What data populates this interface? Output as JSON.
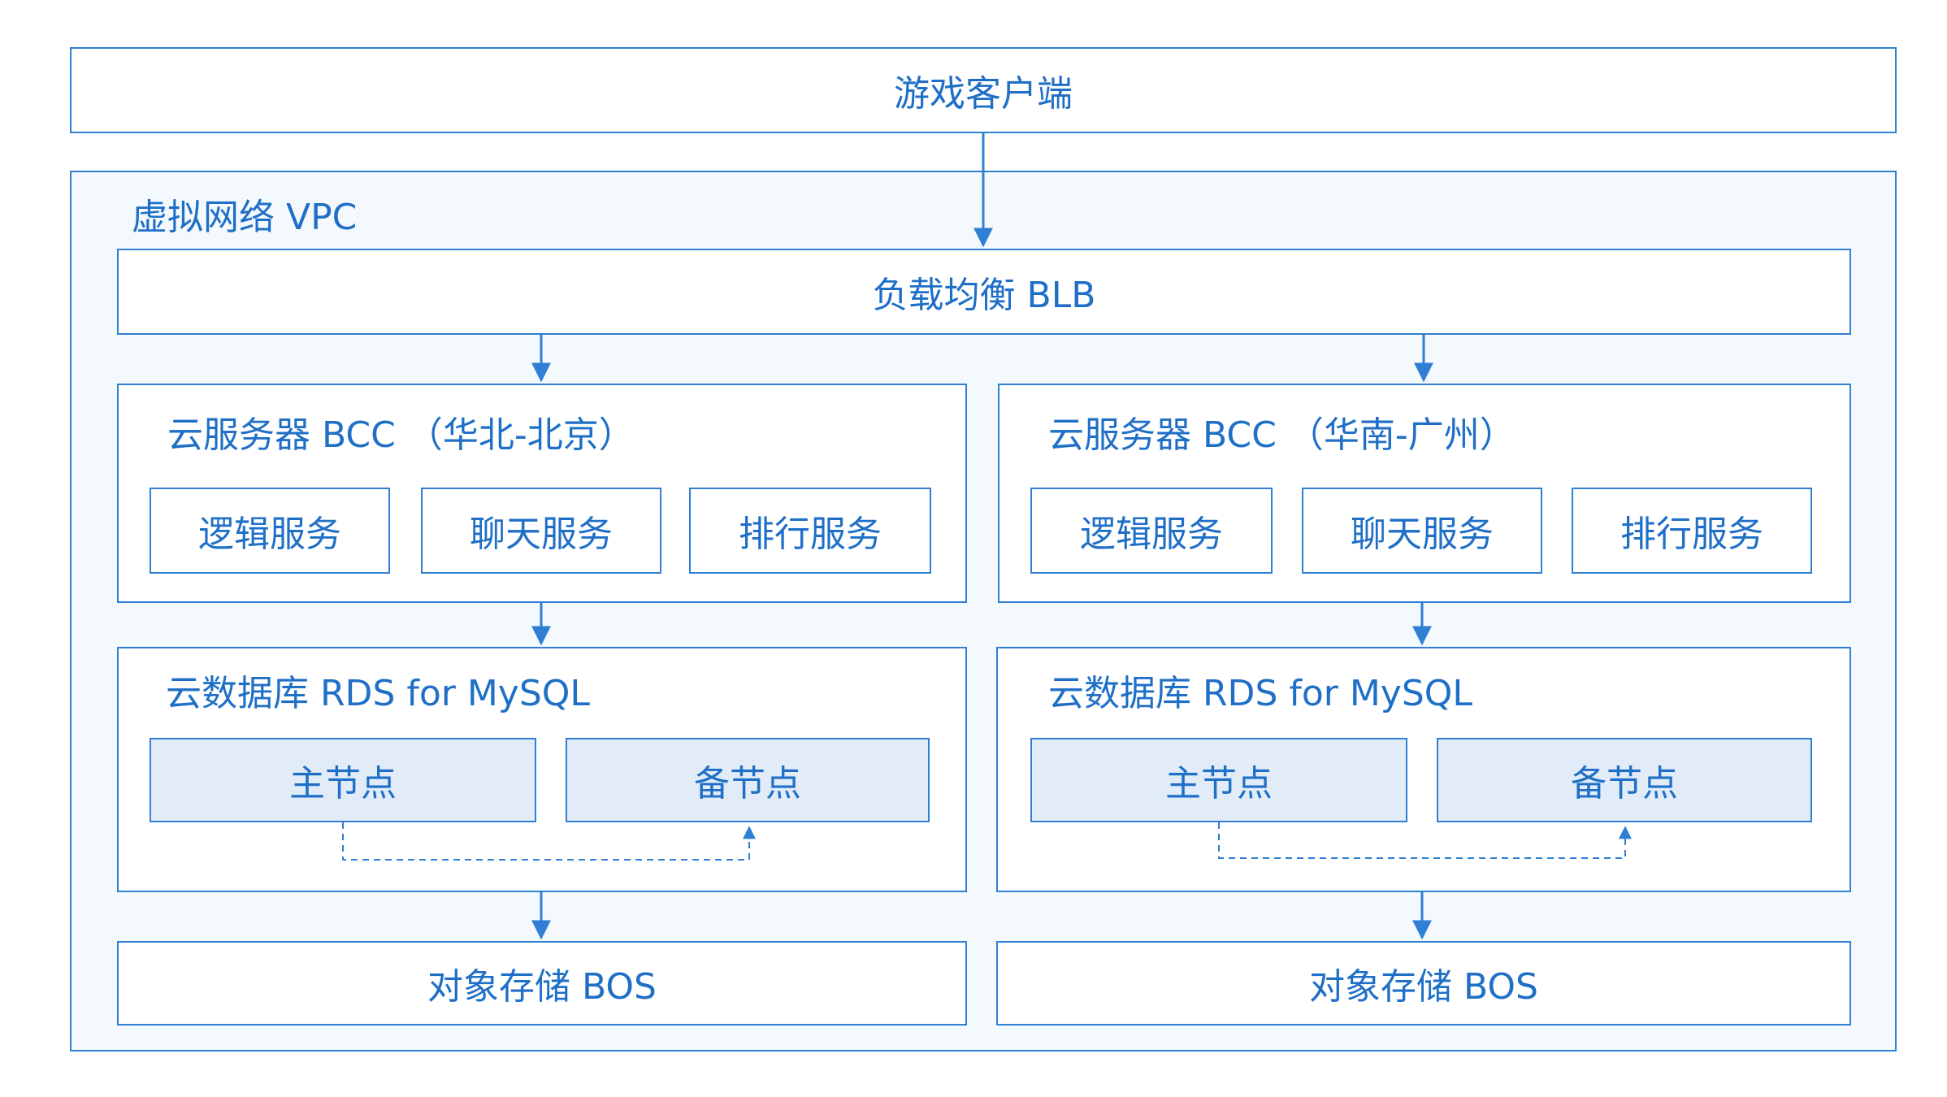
{
  "client": {
    "label": "游戏客户端"
  },
  "vpc": {
    "label": "虚拟网络 VPC"
  },
  "blb": {
    "label": "负载均衡  BLB"
  },
  "regions": [
    {
      "bcc_label": "云服务器 BCC （华北-北京）",
      "services": [
        "逻辑服务",
        "聊天服务",
        "排行服务"
      ],
      "rds_label": "云数据库 RDS for MySQL",
      "master": "主节点",
      "backup": "备节点",
      "bos_label": "对象存储 BOS"
    },
    {
      "bcc_label": "云服务器 BCC （华南-广州）",
      "services": [
        "逻辑服务",
        "聊天服务",
        "排行服务"
      ],
      "rds_label": "云数据库 RDS for MySQL",
      "master": "主节点",
      "backup": "备节点",
      "bos_label": "对象存储 BOS"
    }
  ],
  "colors": {
    "stroke": "#2f7fd4",
    "text": "#1f6fc7",
    "vpc_fill": "#f4f9fd",
    "node_fill": "#e2ecf8"
  }
}
